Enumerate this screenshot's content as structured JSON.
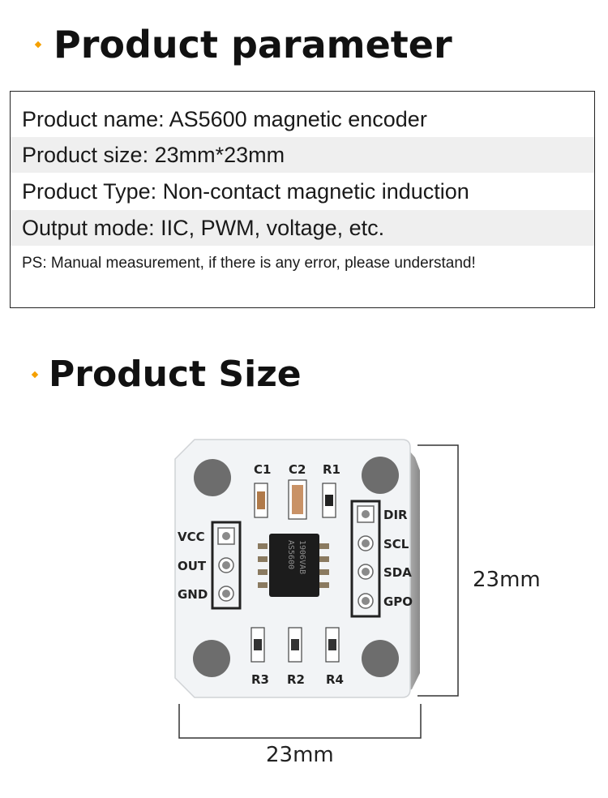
{
  "section_parameter": {
    "title": "Product parameter"
  },
  "parameters": [
    {
      "text": "Product name: AS5600 magnetic encoder"
    },
    {
      "text": "Product size: 23mm*23mm"
    },
    {
      "text": "Product Type: Non-contact magnetic induction"
    },
    {
      "text": "Output mode: IIC, PWM, voltage, etc."
    },
    {
      "text": "PS: Manual measurement, if there is any error, please understand!"
    }
  ],
  "section_size": {
    "title": "Product Size"
  },
  "board": {
    "top_labels": [
      "C1",
      "C2",
      "R1"
    ],
    "bottom_labels": [
      "R3",
      "R2",
      "R4"
    ],
    "left_pins": [
      "VCC",
      "OUT",
      "GND"
    ],
    "right_pins": [
      "DIR",
      "SCL",
      "SDA",
      "GPO"
    ],
    "chip_text": [
      "AS5600",
      "1906VAB"
    ]
  },
  "dimensions": {
    "width": "23mm",
    "height": "23mm"
  },
  "colors": {
    "bullet": "#f5a000",
    "shade_row": "#efefef",
    "board": "#f2f4f6"
  }
}
